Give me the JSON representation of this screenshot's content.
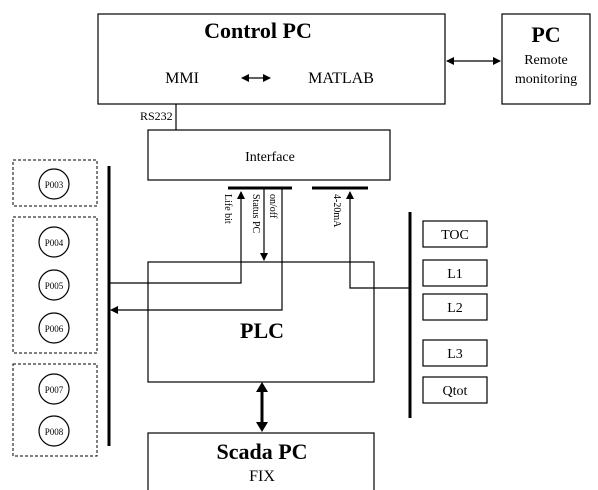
{
  "control_pc": {
    "title": "Control PC",
    "mmi": "MMI",
    "matlab": "MATLAB"
  },
  "remote_pc": {
    "title": "PC",
    "line1": "Remote",
    "line2": "monitoring"
  },
  "rs232": "RS232",
  "interface": "Interface",
  "signals": {
    "life_bit": "Life bit",
    "status_pc": "Status PC",
    "on_off": "on/off",
    "analog": "4-20mA"
  },
  "pumps": [
    "P003",
    "P004",
    "P005",
    "P006",
    "P007",
    "P008"
  ],
  "sensors": [
    "TOC",
    "L1",
    "L2",
    "L3",
    "Qtot"
  ],
  "plc": "PLC",
  "scada": {
    "title": "Scada PC",
    "subtitle": "FIX"
  }
}
